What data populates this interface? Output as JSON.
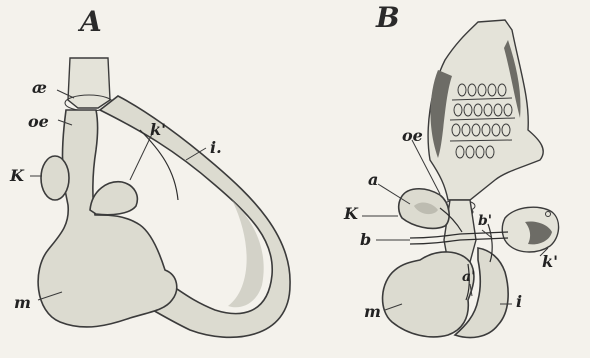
{
  "panels": {
    "A": {
      "letter": "A",
      "labels": {
        "ae": "æ",
        "oe": "oe",
        "K": "K",
        "k_prime": "k'",
        "i": "i.",
        "m": "m"
      }
    },
    "B": {
      "letter": "B",
      "labels": {
        "oe": "oe",
        "a": "a",
        "K": "K",
        "b": "b",
        "b_prime": "b'",
        "k_prime": "k'",
        "a_prime": "a'",
        "i": "i",
        "m": "m"
      }
    }
  }
}
